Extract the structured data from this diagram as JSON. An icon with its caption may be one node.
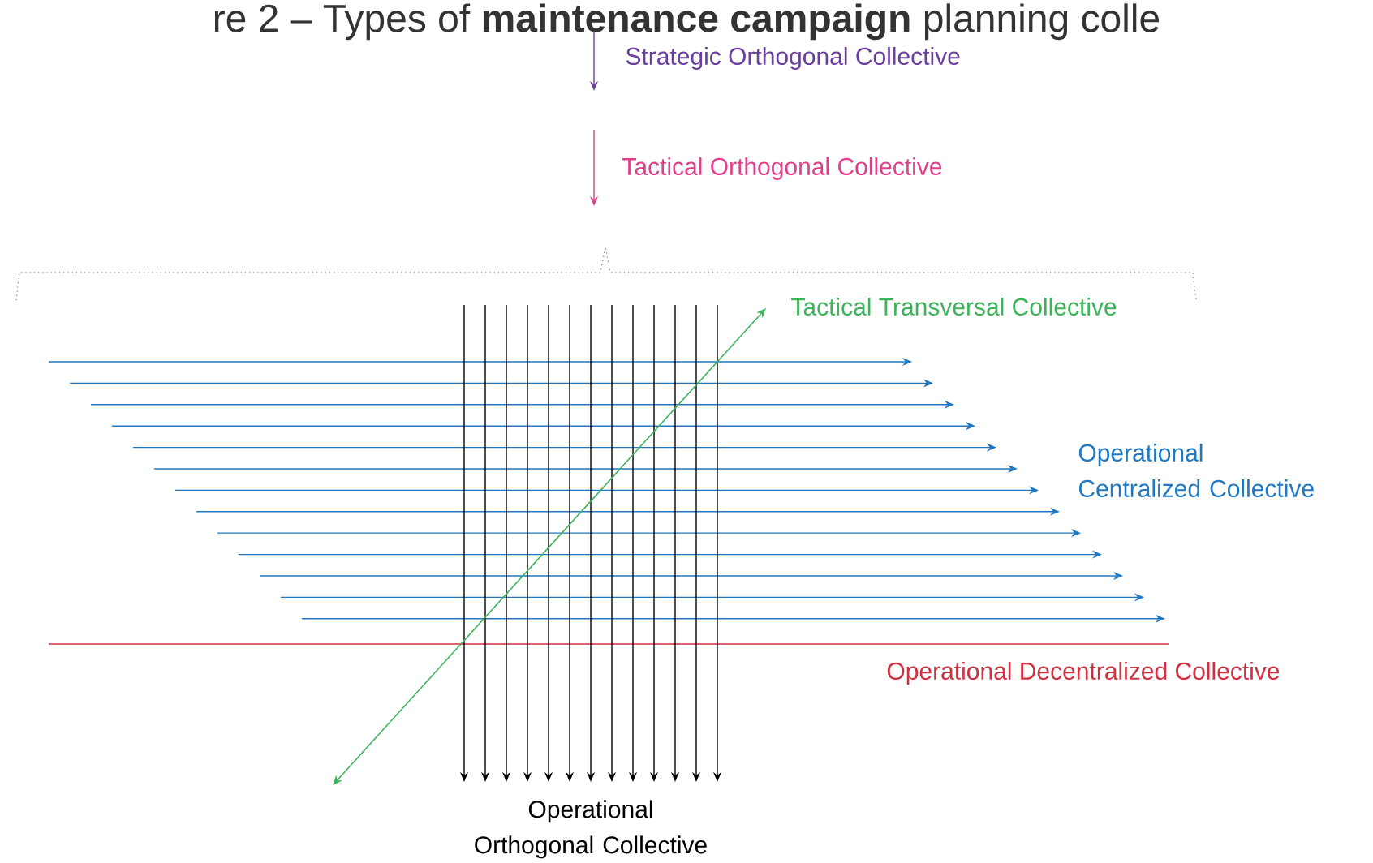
{
  "diagram": {
    "title": "re 2 – Types of **maintenance campaign** planning colle",
    "labels": [
      "Strategic Orthogonal Collective",
      "Tactical Orthogonal Collective",
      "Tactical Transversal Collective",
      "Operational Centralized Collective",
      "Operational Decentralized Collective",
      "Operational Orthogonal Collective"
    ]
  }
}
